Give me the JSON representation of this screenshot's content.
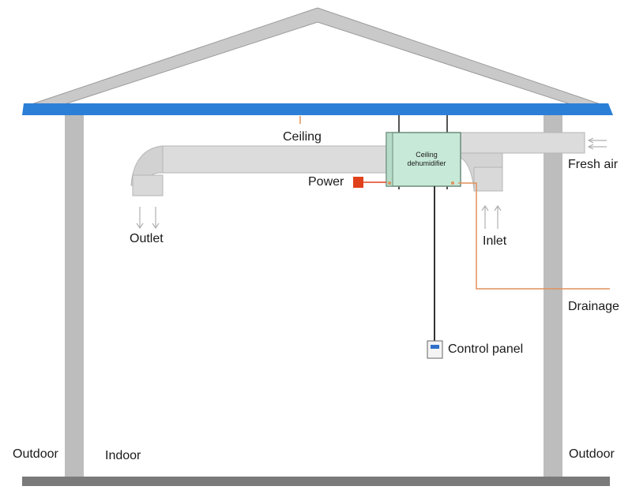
{
  "labels": {
    "ceiling": "Ceiling",
    "unit_line1": "Ceiling",
    "unit_line2": "dehumidifier",
    "power": "Power",
    "outlet": "Outlet",
    "inlet": "Inlet",
    "fresh_air": "Fresh air",
    "drainage": "Drainage",
    "control_panel": "Control panel",
    "outdoor_left": "Outdoor",
    "indoor": "Indoor",
    "outdoor_right": "Outdoor"
  },
  "colors": {
    "roof": "#2b7fd6",
    "roof_outline": "#9a9a9a",
    "wall": "#bdbdbd",
    "floor": "#7a7a7a",
    "duct": "#dcdcdc",
    "duct_edge": "#b5b5b5",
    "unit": "#c7e9d7",
    "power": "#e0411b",
    "drain_pipe": "#e0915a",
    "arrow": "#b0b0b0",
    "panel_screen": "#2f6fc9"
  }
}
